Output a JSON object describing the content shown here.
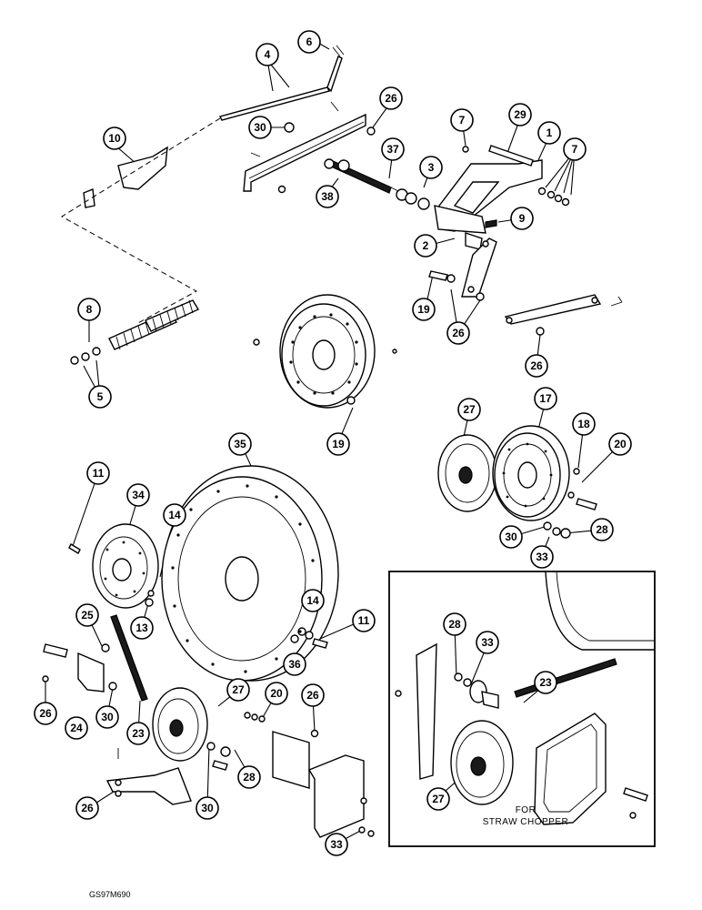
{
  "figure_code": "GS97M690",
  "inset_caption": [
    "FOR",
    "STRAW CHOPPER"
  ],
  "callouts": {
    "c6": "6",
    "c4": "4",
    "c10": "10",
    "c30a": "30",
    "c26a": "26",
    "c7a": "7",
    "c29": "29",
    "c1": "1",
    "c7b": "7",
    "c37": "37",
    "c3": "3",
    "c38": "38",
    "c9": "9",
    "c2": "2",
    "c19a": "19",
    "c26b": "26",
    "c26c": "26",
    "c8": "8",
    "c5": "5",
    "c19b": "19",
    "c27a": "27",
    "c17": "17",
    "c18": "18",
    "c20a": "20",
    "c35": "35",
    "c11a": "11",
    "c34": "34",
    "c14a": "14",
    "c30b": "30",
    "c28a": "28",
    "c33a": "33",
    "c25": "25",
    "c13": "13",
    "c14b": "14",
    "c11b": "11",
    "c36": "36",
    "c26d": "26",
    "c24": "24",
    "c30c": "30",
    "c23a": "23",
    "c27b": "27",
    "c20b": "20",
    "c26e": "26",
    "c28b": "28",
    "c26f": "26",
    "c30d": "30",
    "c33b": "33",
    "c28c": "28",
    "c33c": "33",
    "c23b": "23",
    "c27c": "27"
  }
}
